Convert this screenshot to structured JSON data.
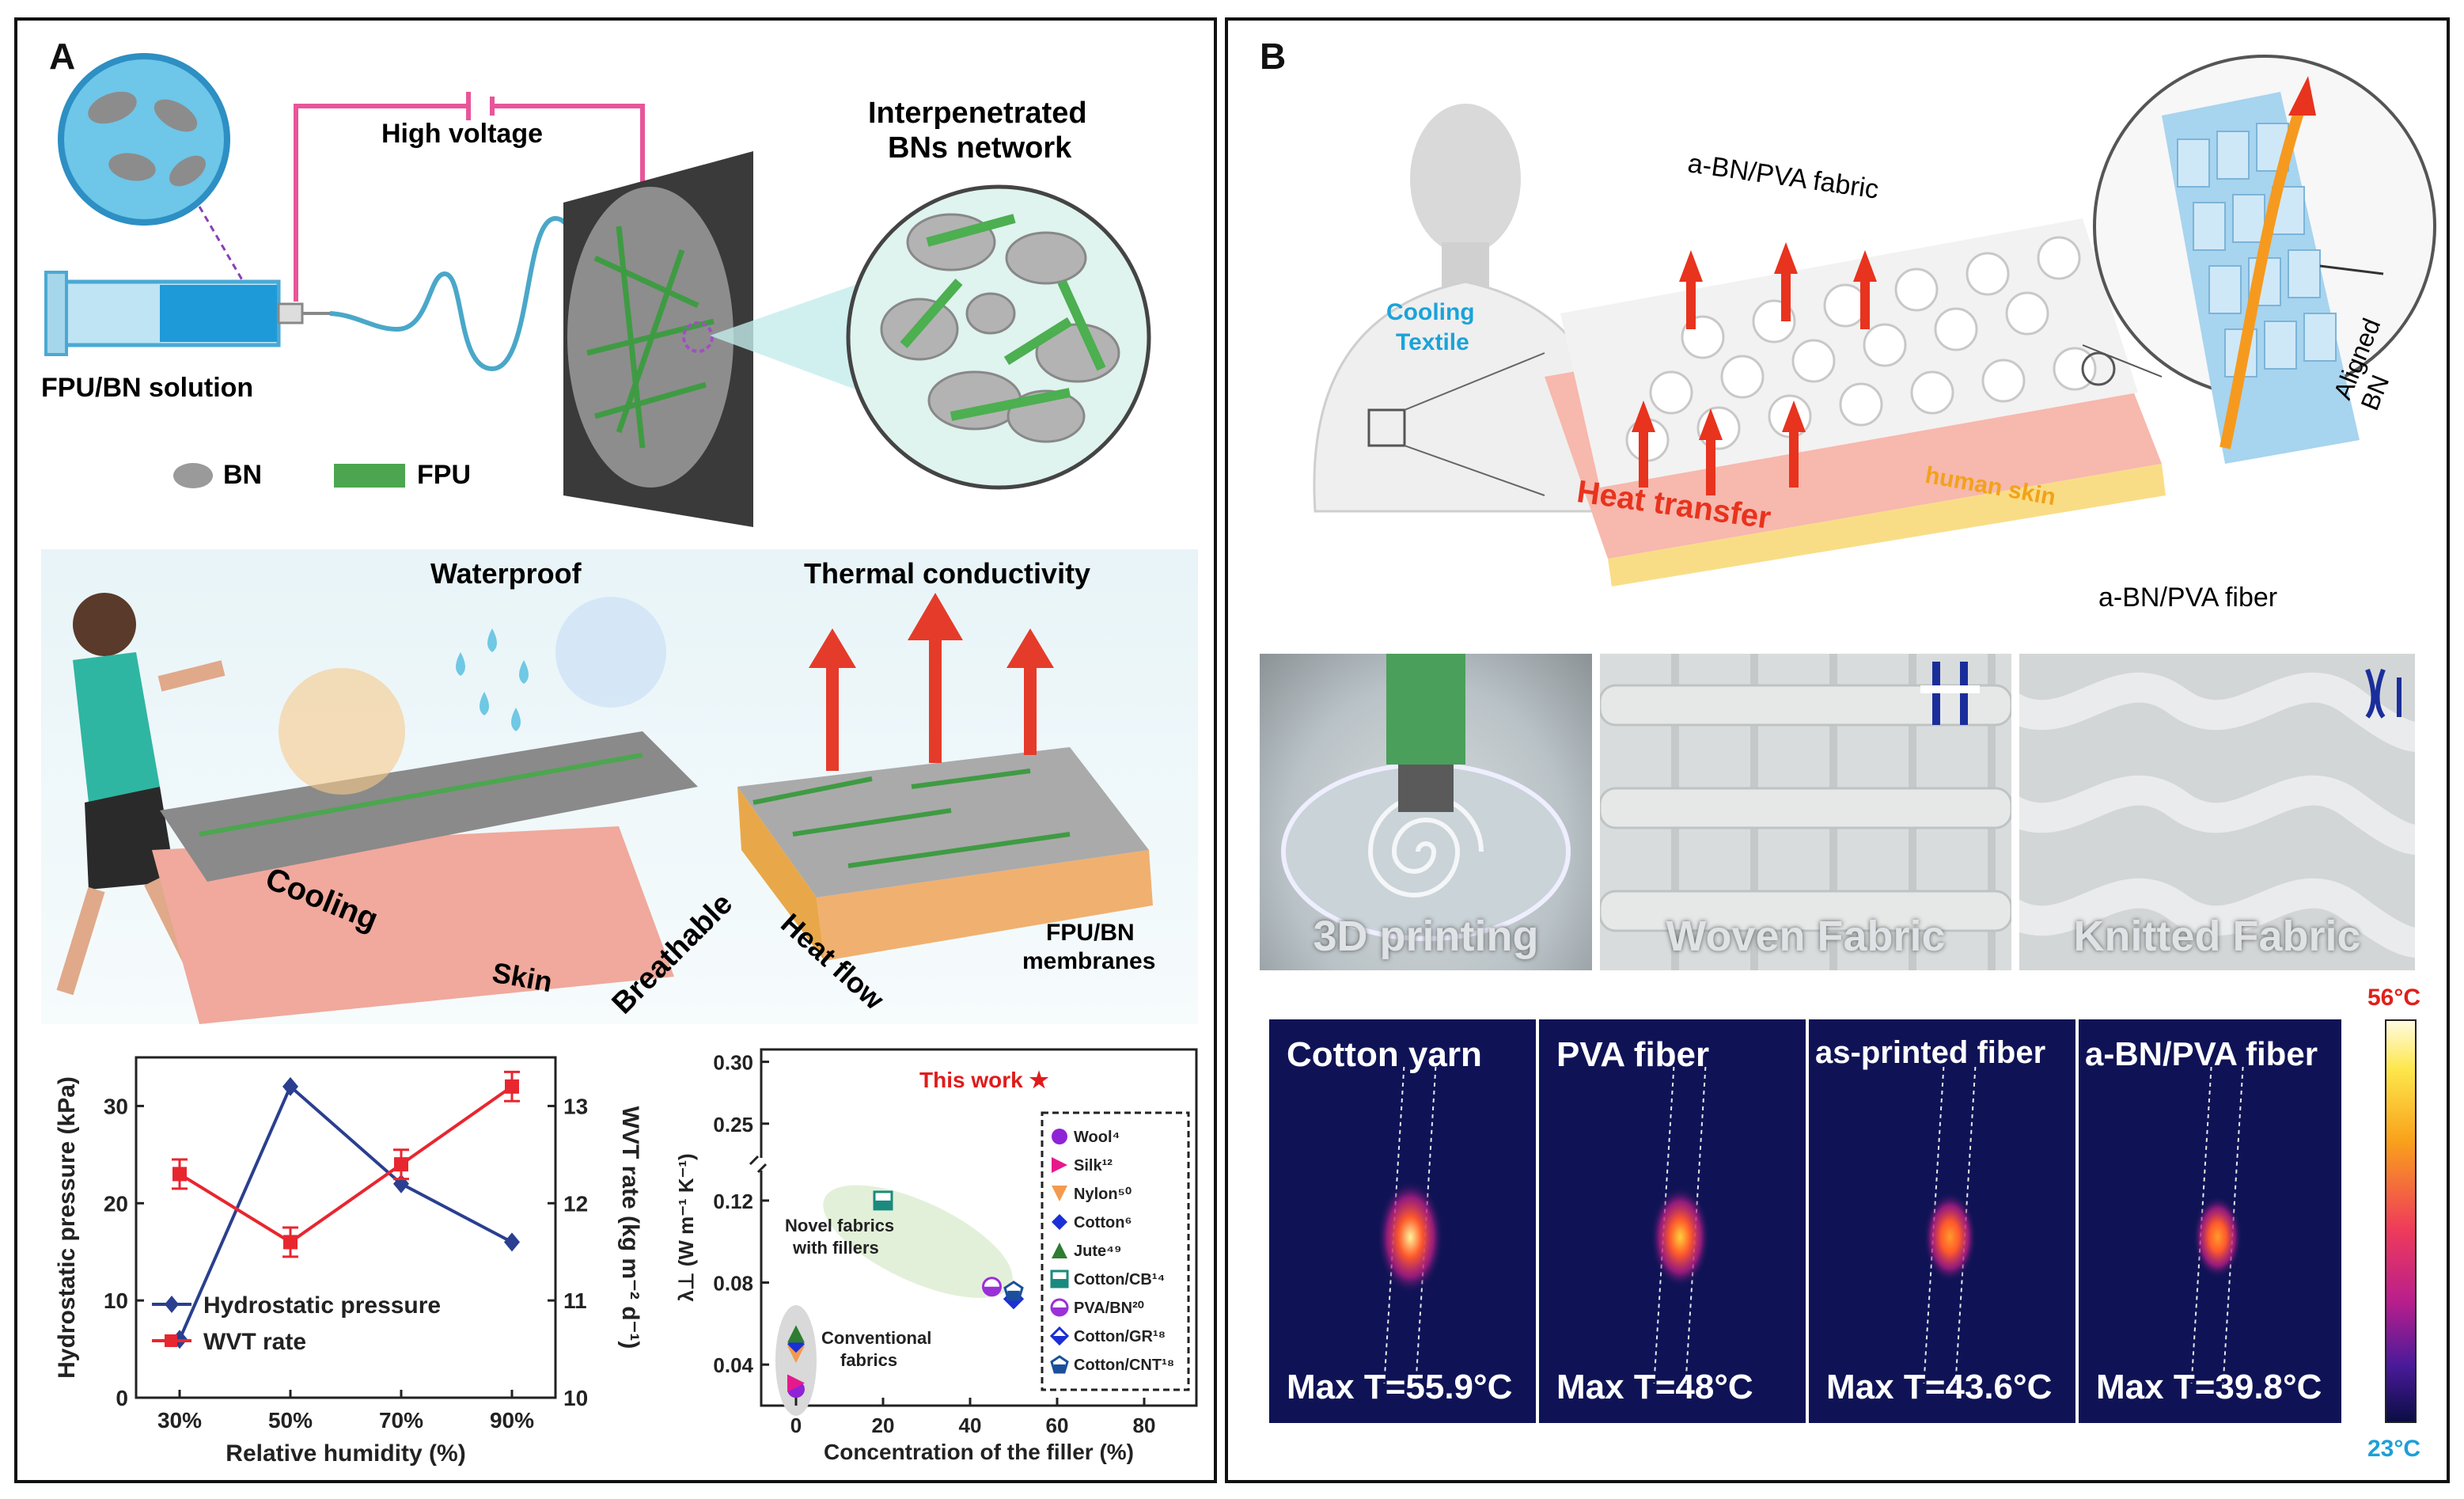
{
  "panel_a": {
    "label": "A",
    "schematic": {
      "high_voltage": "High voltage",
      "network_title_1": "Interpenetrated",
      "network_title_2": "BNs network",
      "solution_label": "FPU/BN solution",
      "legend_bn": "BN",
      "legend_fpu": "FPU"
    },
    "application": {
      "waterproof": "Waterproof",
      "thermal_conductivity": "Thermal conductivity",
      "cooling": "Cooling",
      "skin": "Skin",
      "breathable": "Breathable",
      "heat_flow": "Heat flow",
      "membranes_1": "FPU/BN",
      "membranes_2": "membranes"
    }
  },
  "panel_b": {
    "label": "B",
    "schematic": {
      "fabric_label": "a-BN/PVA fabric",
      "cooling_1": "Cooling",
      "cooling_2": "Textile",
      "heat_transfer": "Heat transfer",
      "human_skin": "human skin",
      "aligned_bn": "Aligned BN",
      "fiber_label": "a-BN/PVA fiber"
    },
    "photos": [
      "3D printing",
      "Woven Fabric",
      "Knitted Fabric"
    ],
    "thermal_images": [
      {
        "title": "Cotton yarn",
        "max": "Max T=55.9°C",
        "intensity": 1.0
      },
      {
        "title": "PVA fiber",
        "max": "Max T=48°C",
        "intensity": 0.8
      },
      {
        "title": "as-printed fiber",
        "max": "Max T=43.6°C",
        "intensity": 0.62
      },
      {
        "title": "a-BN/PVA fiber",
        "max": "Max T=39.8°C",
        "intensity": 0.5
      }
    ],
    "colorbar_max": "56°C",
    "colorbar_min": "23°C",
    "colors": {
      "max_label": "#e0201b",
      "min_label": "#1e9fd6"
    }
  },
  "chart_data": [
    {
      "type": "line",
      "categories": [
        "30%",
        "50%",
        "70%",
        "90%"
      ],
      "xlabel": "Relative humidity (%)",
      "ylabel": "Hydrostatic pressure (kPa)",
      "ylabel_right": "WVT rate (kg m⁻² d⁻¹)",
      "ylim": [
        0,
        35
      ],
      "yticks": [
        "0",
        "10",
        "20",
        "30"
      ],
      "ylim_right": [
        10,
        13.5
      ],
      "yticks_right": [
        "10",
        "11",
        "12",
        "13"
      ],
      "legend_placement": "bottom-left",
      "series": [
        {
          "name": "Hydrostatic pressure",
          "axis": "left",
          "values": [
            6,
            32,
            22,
            16
          ],
          "color": "#2a3f8f"
        },
        {
          "name": "WVT rate",
          "axis": "right",
          "values": [
            12.3,
            11.6,
            12.4,
            13.2
          ],
          "errors": [
            0.15,
            0.15,
            0.15,
            0.15
          ],
          "color": "#e8262f"
        }
      ]
    },
    {
      "type": "scatter",
      "xlabel": "Concentration of the filler (%)",
      "ylabel": "λ⊥ (W m⁻¹ K⁻¹)",
      "xlim": [
        -8,
        92
      ],
      "xticks": [
        "0",
        "20",
        "40",
        "60",
        "80"
      ],
      "yticks": [
        "0.04",
        "0.08",
        "0.12",
        "0.25",
        "0.30"
      ],
      "annotations": [
        "This work ★",
        "Novel fabrics",
        "with fillers",
        "Conventional",
        "fabrics"
      ],
      "legend_placement": "right",
      "series": [
        {
          "name": "Wool⁴",
          "marker": "circle",
          "color": "#8e24d6",
          "x": 0,
          "y": 0.028
        },
        {
          "name": "Silk¹²",
          "marker": "triangle-right",
          "color": "#e6198c",
          "x": 0,
          "y": 0.031
        },
        {
          "name": "Nylon⁵⁰",
          "marker": "triangle-down",
          "color": "#f39a4e",
          "x": 0,
          "y": 0.045
        },
        {
          "name": "Cotton⁶",
          "marker": "diamond",
          "color": "#1b2fd6",
          "x": 0,
          "y": 0.05
        },
        {
          "name": "Jute⁴⁹",
          "marker": "triangle-up",
          "color": "#2e7d32",
          "x": 0,
          "y": 0.055
        },
        {
          "name": "Cotton/CB¹⁴",
          "marker": "square-half",
          "color": "#1a8a7e",
          "x": 20,
          "y": 0.12
        },
        {
          "name": "PVA/BN²⁰",
          "marker": "circle-half",
          "color": "#9b30d9",
          "x": 45,
          "y": 0.078
        },
        {
          "name": "Cotton/GR¹⁸",
          "marker": "diamond-half",
          "color": "#1b2fd6",
          "x": 50,
          "y": 0.072
        },
        {
          "name": "Cotton/CNT¹⁸",
          "marker": "pentagon-half",
          "color": "#1b4f9c",
          "x": 50,
          "y": 0.076
        }
      ]
    }
  ]
}
